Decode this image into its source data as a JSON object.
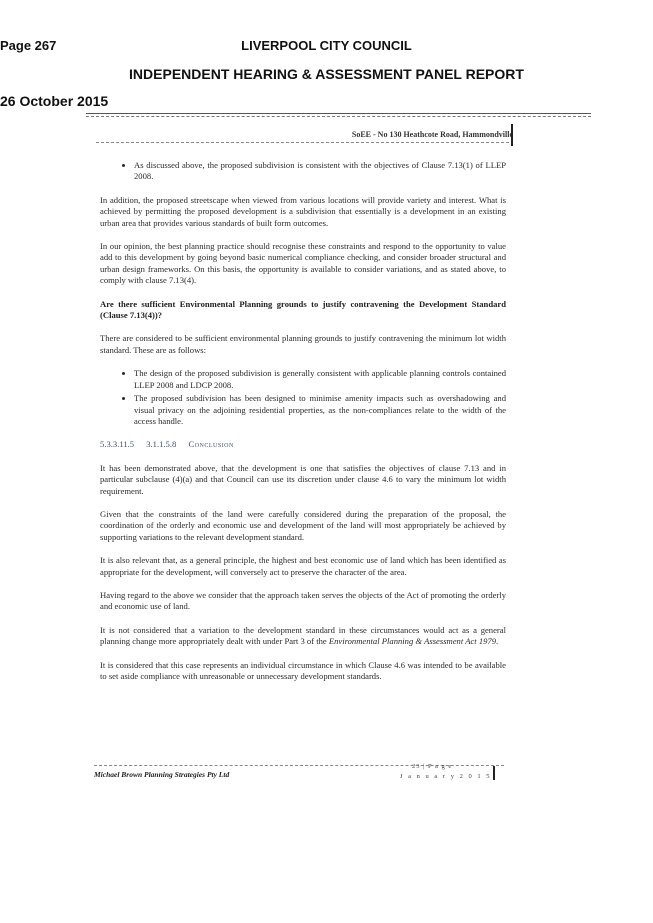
{
  "header": {
    "council": "LIVERPOOL CITY COUNCIL",
    "page": "Page 267",
    "report": "INDEPENDENT HEARING & ASSESSMENT PANEL REPORT",
    "date": "26 October 2015"
  },
  "doc_ref": "SoEE - No 130 Heathcote Road, Hammondville",
  "content": {
    "bullet1": "As discussed above, the proposed subdivision is consistent with the objectives of Clause 7.13(1) of LLEP 2008.",
    "p1": "In addition, the proposed streetscape when viewed from various locations will provide variety and interest. What is achieved by permitting the proposed development is a subdivision that essentially is a development in an existing urban area that provides various standards of built form outcomes.",
    "p2": "In our opinion, the best planning practice should recognise these constraints and respond to the opportunity to value add to this development by going beyond basic numerical compliance checking, and consider broader structural and urban design frameworks. On this basis, the opportunity is available to consider variations, and as stated above, to comply with clause 7.13(4).",
    "heading": "Are there sufficient Environmental Planning grounds to justify contravening the Development Standard (Clause 7.13(4))?",
    "p3": "There are considered to be sufficient environmental planning grounds to justify contravening the minimum lot width standard. These are as follows:",
    "bullet2": "The design of the proposed subdivision is generally consistent with applicable planning controls contained LLEP 2008 and LDCP 2008.",
    "bullet3": "The proposed subdivision has been designed to minimise amenity impacts such as overshadowing and visual privacy on the adjoining residential properties, as the non-compliances relate to the width of the access handle.",
    "sec_num1": "5.3.3.11.5",
    "sec_num2": "3.1.1.5.8",
    "sec_title": "Conclusion",
    "p4": "It has been demonstrated above, that the development is one that satisfies the objectives of clause 7.13 and in particular subclause (4)(a) and that Council can use its discretion under clause 4.6 to vary the minimum lot width requirement.",
    "p5": "Given that the constraints of the land were carefully considered during the preparation of the proposal, the coordination of the orderly and economic use and development of the land will most appropriately be achieved by supporting variations to the relevant development standard.",
    "p6": "It is also relevant that, as a general principle, the highest and best economic use of land which has been identified as appropriate for the development, will conversely act to preserve the character of the area.",
    "p7": "Having regard to the above we consider that the approach taken serves the objects of the Act of promoting the orderly and economic use of land.",
    "p8_a": "It is not considered that a variation to the development standard in these circumstances would act as a general planning change more appropriately dealt with under Part 3 of the ",
    "p8_em": "Environmental Planning & Assessment Act 1979",
    "p8_b": ".",
    "p9": "It is considered that this case represents an individual circumstance in which Clause 4.6 was intended to be available to set aside compliance with unreasonable or unnecessary development standards."
  },
  "footer": {
    "firm": "Michael Brown Planning Strategies Pty Ltd",
    "pages": "23 | P a g e",
    "month": "J a n u a r y  2 0 1 5"
  }
}
